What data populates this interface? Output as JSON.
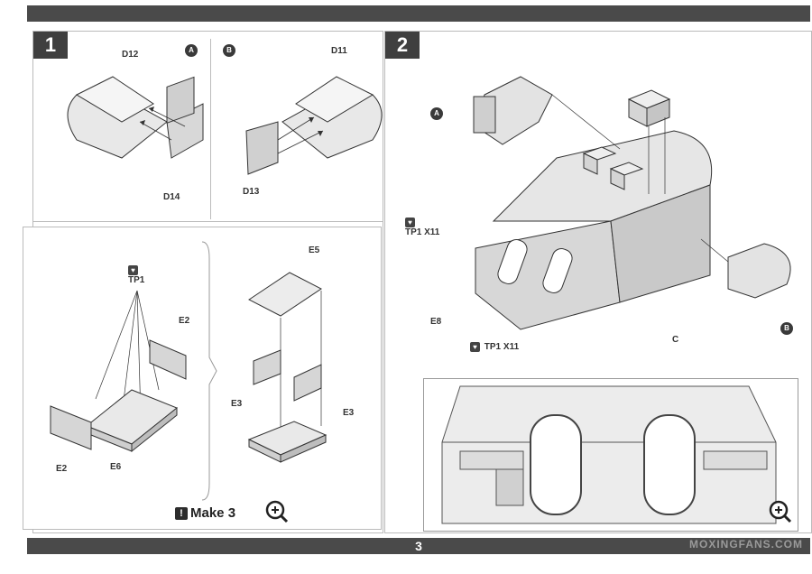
{
  "page": {
    "number": "3"
  },
  "step1": {
    "number": "1",
    "subA": {
      "marker": "A",
      "top_part": "D12",
      "bottom_part": "D14"
    },
    "subB": {
      "marker": "B",
      "top_part": "D11",
      "bottom_part": "D13"
    },
    "box": {
      "tp_label": "TP1",
      "parts": {
        "e2_right": "E2",
        "e2_left": "E2",
        "e6": "E6",
        "e5": "E5",
        "e3_left": "E3",
        "e3_right": "E3"
      },
      "note": "Make 3"
    }
  },
  "step2": {
    "number": "2",
    "marker_a": "A",
    "marker_b": "B",
    "tp_top": {
      "part": "TP1",
      "qty": "X11"
    },
    "tp_bottom": {
      "part": "TP1",
      "qty": "X11"
    },
    "e8": "E8",
    "c": "C"
  },
  "watermark": "MOXINGFANS.COM",
  "icons": {
    "zoom": "magnifier-plus-icon",
    "warning": "exclamation-icon",
    "part": "tp-part-icon"
  }
}
